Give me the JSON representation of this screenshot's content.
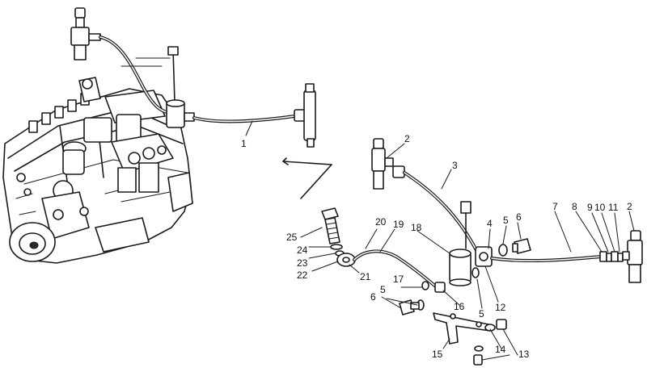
{
  "callouts": [
    {
      "id": "c1",
      "text": "1"
    },
    {
      "id": "c2a",
      "text": "2"
    },
    {
      "id": "c2b",
      "text": "2"
    },
    {
      "id": "c3",
      "text": "3"
    },
    {
      "id": "c4",
      "text": "4"
    },
    {
      "id": "c5a",
      "text": "5"
    },
    {
      "id": "c5b",
      "text": "5"
    },
    {
      "id": "c5c",
      "text": "5"
    },
    {
      "id": "c6a",
      "text": "6"
    },
    {
      "id": "c6b",
      "text": "6"
    },
    {
      "id": "c7",
      "text": "7"
    },
    {
      "id": "c8",
      "text": "8"
    },
    {
      "id": "c9",
      "text": "9"
    },
    {
      "id": "c10",
      "text": "10"
    },
    {
      "id": "c11",
      "text": "11"
    },
    {
      "id": "c12",
      "text": "12"
    },
    {
      "id": "c13",
      "text": "13"
    },
    {
      "id": "c14",
      "text": "14"
    },
    {
      "id": "c15",
      "text": "15"
    },
    {
      "id": "c16",
      "text": "16"
    },
    {
      "id": "c17",
      "text": "17"
    },
    {
      "id": "c18",
      "text": "18"
    },
    {
      "id": "c19",
      "text": "19"
    },
    {
      "id": "c20",
      "text": "20"
    },
    {
      "id": "c21",
      "text": "21"
    },
    {
      "id": "c22",
      "text": "22"
    },
    {
      "id": "c23",
      "text": "23"
    },
    {
      "id": "c24",
      "text": "24"
    },
    {
      "id": "c25",
      "text": "25"
    }
  ]
}
